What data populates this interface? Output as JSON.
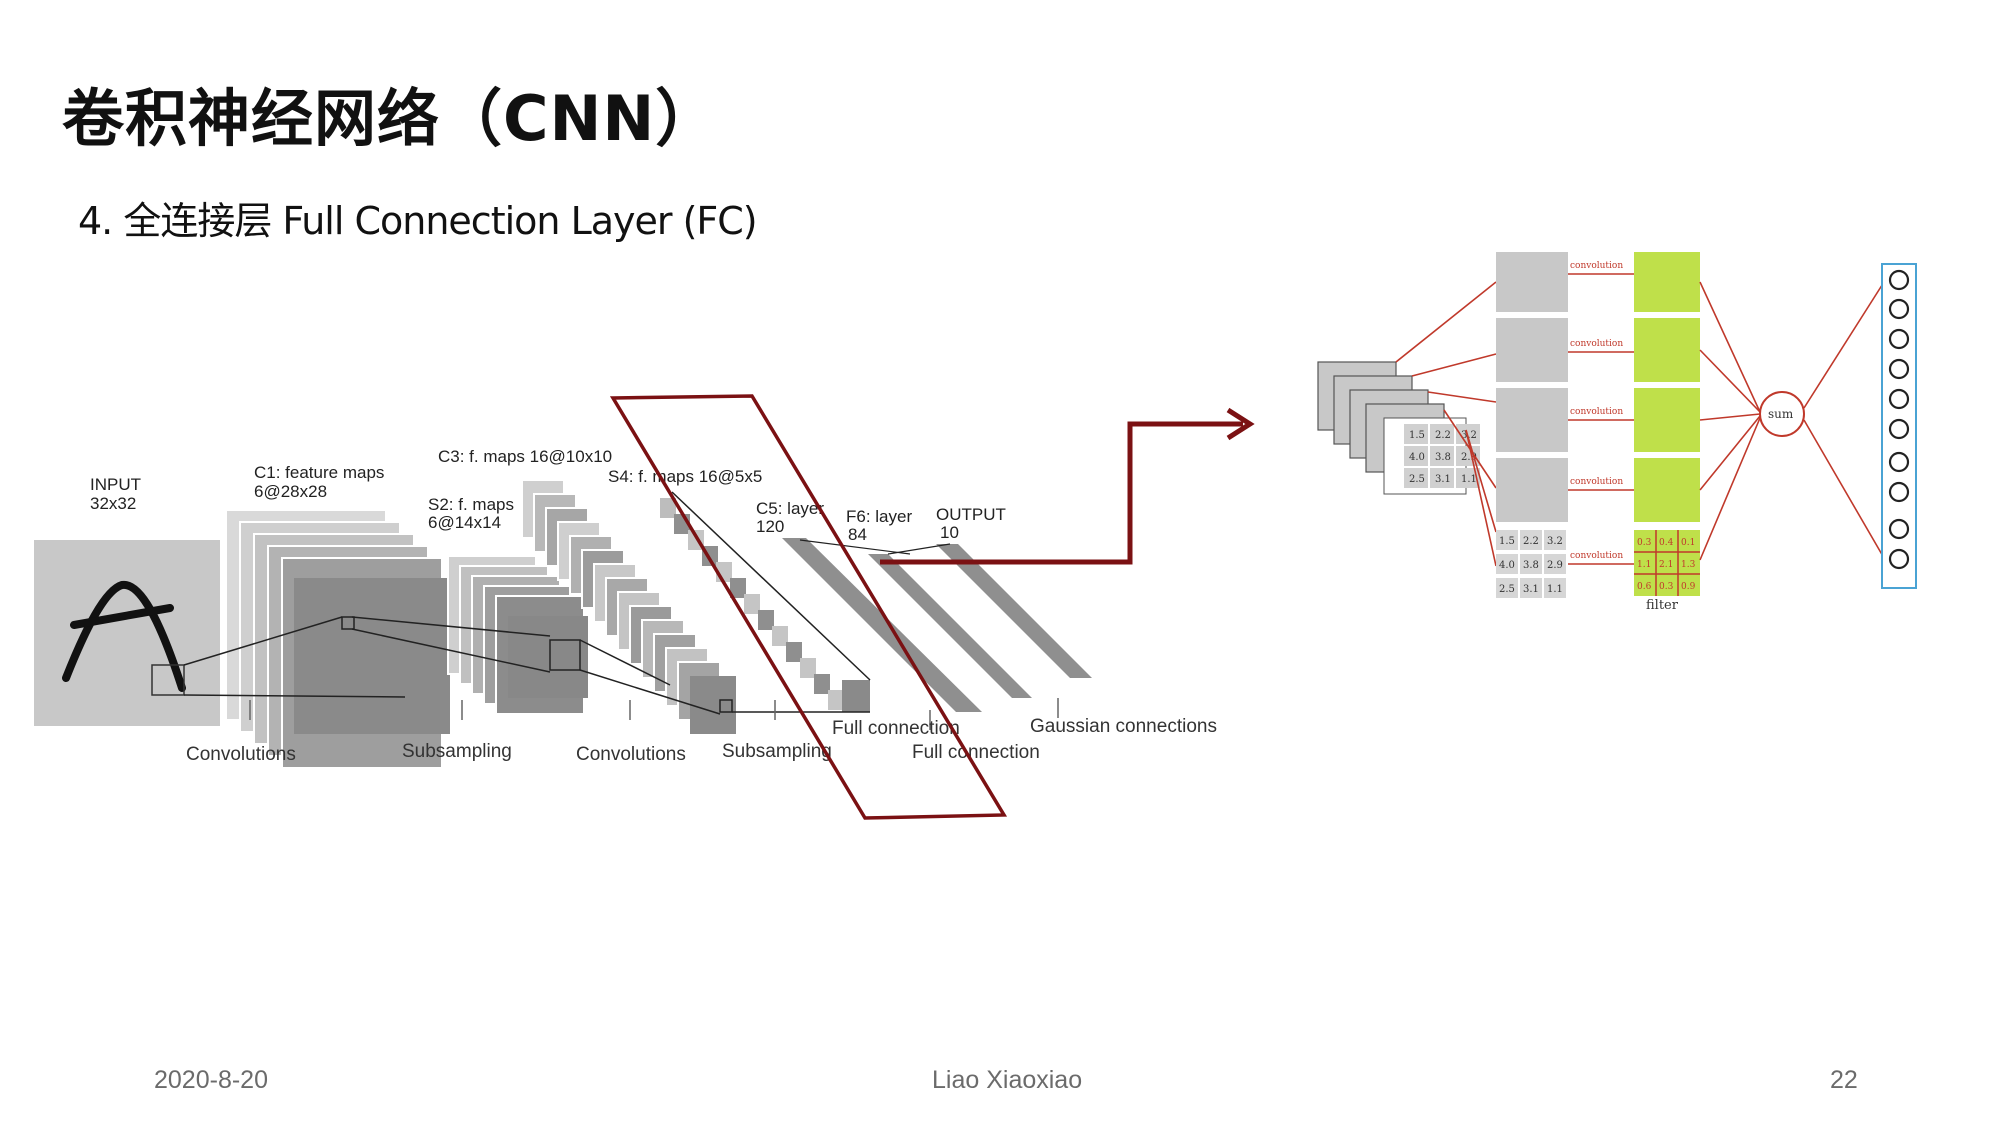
{
  "title": "卷积神经网络（CNN）",
  "subtitle": "4. 全连接层 Full Connection Layer (FC)",
  "lenet": {
    "input_label": "INPUT",
    "input_size": "32x32",
    "c1_label": "C1: feature maps",
    "c1_size": "6@28x28",
    "s2_label": "S2: f. maps",
    "s2_size": "6@14x14",
    "c3_label": "C3: f. maps 16@10x10",
    "s4_label": "S4: f. maps 16@5x5",
    "c5_label": "C5: layer",
    "c5_size": "120",
    "f6_label": "F6: layer",
    "f6_size": "84",
    "output_label": "OUTPUT",
    "output_size": "10",
    "op_convolutions_1": "Convolutions",
    "op_subsampling_1": "Subsampling",
    "op_convolutions_2": "Convolutions",
    "op_subsampling_2": "Subsampling",
    "op_full_connection_1": "Full connection",
    "op_full_connection_2": "Full connection",
    "op_gaussian": "Gaussian connections"
  },
  "fc_detail": {
    "conv_label": "convolution",
    "sum_label": "sum",
    "filter_label": "filter",
    "input_values": [
      "1.5",
      "2.2",
      "3.2",
      "4.0",
      "3.8",
      "2.9",
      "2.5",
      "3.1",
      "1.1"
    ],
    "filter_values": [
      "0.3",
      "0.4",
      "0.1",
      "1.1",
      "2.1",
      "1.3",
      "0.6",
      "0.3",
      "0.9"
    ]
  },
  "colors": {
    "accent": "#7b1113",
    "filter_green": "#bfe04a",
    "line_red": "#c0392b",
    "output_border": "#4aa3d4"
  },
  "footer": {
    "date": "2020-8-20",
    "author": "Liao Xiaoxiao",
    "page": "22"
  }
}
